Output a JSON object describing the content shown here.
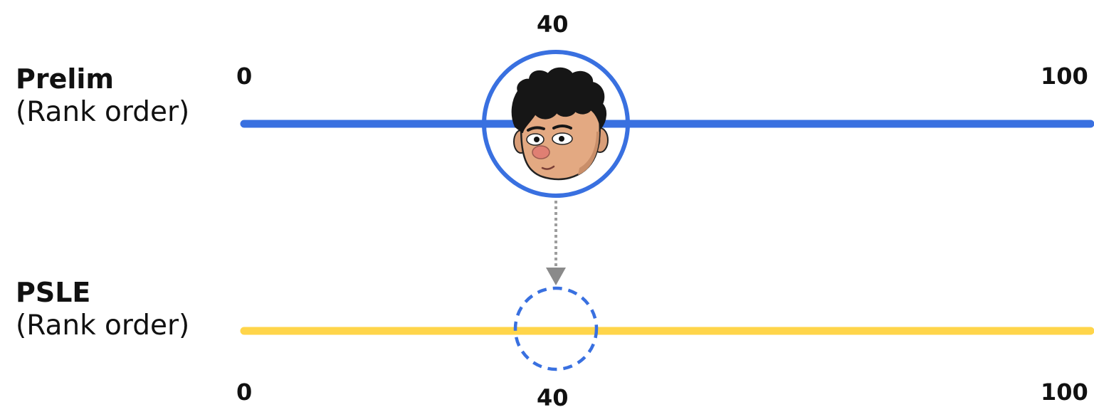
{
  "prelim": {
    "name": "Prelim",
    "sub": "(Rank order)",
    "min_label": "0",
    "max_label": "100",
    "marker_label": "40",
    "line_color": "#3970E0"
  },
  "psle": {
    "name": "PSLE",
    "sub": "(Rank order)",
    "min_label": "0",
    "max_label": "100",
    "marker_label": "40",
    "line_color": "#FFD54A"
  },
  "marker": {
    "value": 40,
    "icon": "boy-face-icon",
    "ring_color": "#3970E0",
    "arrow_color": "#9E9E9E"
  }
}
